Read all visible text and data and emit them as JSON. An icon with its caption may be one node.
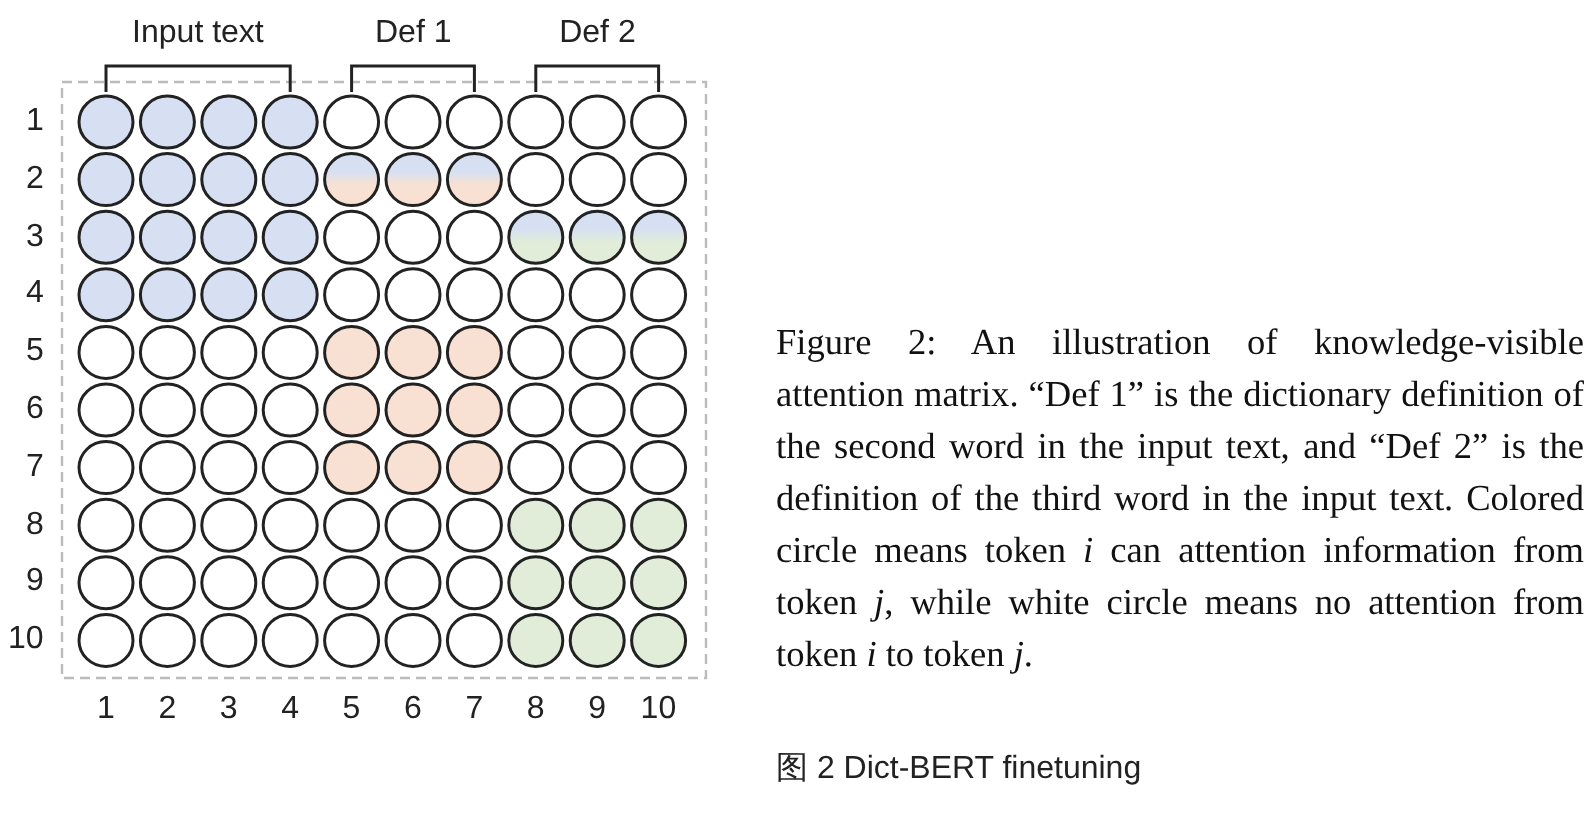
{
  "diagram": {
    "caption": "图 2 Dict-BERT finetuning",
    "labels": [
      "Input text",
      "Def 1",
      "Def 2",
      "1",
      "2",
      "3",
      "4",
      "5",
      "6",
      "7",
      "8",
      "9",
      "10",
      "1",
      "2",
      "3",
      "4",
      "5",
      "6",
      "7",
      "8",
      "9",
      "10",
      "Figure 2: An illustration of knowledge-visible attention matrix. “Def 1” is the dictionary definition of the second word in the input text, and “Def 2” is the definition of the third word in the input text. Colored circle means token *i* can attention information from token *j*, while white circle means no attention from token *i* to token *j*."
    ]
  }
}
